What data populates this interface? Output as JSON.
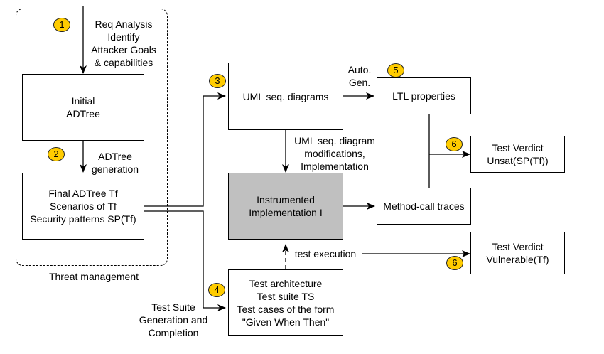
{
  "diagram": {
    "group": {
      "label": "Threat management"
    },
    "nodes": {
      "initial_adtree": {
        "text": "Initial\nADTree"
      },
      "final_adtree": {
        "text": "Final ADTree Tf\nScenarios of Tf\nSecurity patterns SP(Tf)"
      },
      "uml_seq": {
        "text": "UML seq. diagrams"
      },
      "ltl": {
        "text": "LTL properties"
      },
      "instrumented": {
        "text": "Instrumented\nImplementation I"
      },
      "method_traces": {
        "text": "Method-call traces"
      },
      "verdict_unsat": {
        "text": "Test Verdict\nUnsat(SP(Tf))"
      },
      "verdict_vuln": {
        "text": "Test Verdict\nVulnerable(Tf)"
      },
      "test_arch": {
        "text": "Test architecture\nTest suite TS\nTest cases of the form\n\"Given When Then\""
      }
    },
    "edge_labels": {
      "req_analysis": "Req Analysis\nIdentify\nAttacker Goals\n& capabilities",
      "adtree_gen": "ADTree\ngeneration",
      "auto_gen": "Auto.\nGen.",
      "uml_mods": "UML seq. diagram\nmodifications,\nImplementation",
      "test_exec": "test execution",
      "test_suite_gen": "Test Suite\nGeneration and\nCompletion"
    },
    "steps": {
      "s1": "1",
      "s2": "2",
      "s3": "3",
      "s4": "4",
      "s5": "5",
      "s6a": "6",
      "s6b": "6"
    },
    "colors": {
      "badge": "#ffcc00",
      "instrumented_fill": "#c0c0c0"
    }
  }
}
